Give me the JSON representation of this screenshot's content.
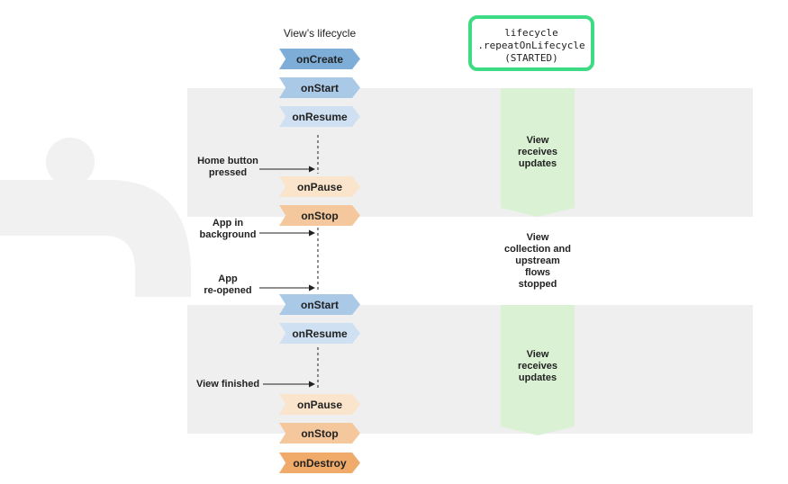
{
  "title": "View’s lifecycle",
  "code": {
    "line1": "lifecycle",
    "line2": ".repeatOnLifecycle",
    "line3": "(STARTED)"
  },
  "callbacks": {
    "on_create": "onCreate",
    "on_start_1": "onStart",
    "on_resume_1": "onResume",
    "on_pause_1": "onPause",
    "on_stop_1": "onStop",
    "on_start_2": "onStart",
    "on_resume_2": "onResume",
    "on_pause_2": "onPause",
    "on_stop_2": "onStop",
    "on_destroy": "onDestroy"
  },
  "events": {
    "home_line1": "Home button",
    "home_line2": "pressed",
    "bg_line1": "App in",
    "bg_line2": "background",
    "reopen_line1": "App",
    "reopen_line2": "re-opened",
    "finished": "View finished"
  },
  "states": {
    "updates_1": [
      "View",
      "receives",
      "updates"
    ],
    "stopped": [
      "View",
      "collection and",
      "upstream",
      "flows",
      "stopped"
    ],
    "updates_2": [
      "View",
      "receives",
      "updates"
    ]
  },
  "colors": {
    "blue_dark": "#7eaed8",
    "blue_mid": "#a9c9e7",
    "blue_light": "#cfe0f2",
    "orange_dark": "#f0aa6a",
    "orange_mid": "#f4c89c",
    "orange_light": "#fbe4cc",
    "green_box": "#daf1d4",
    "green_border": "#3ddc84",
    "band": "#efefef"
  }
}
